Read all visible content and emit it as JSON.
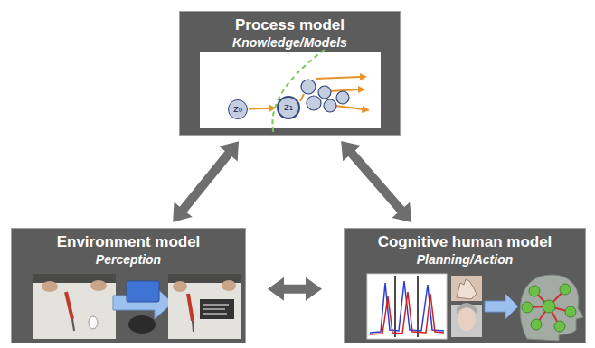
{
  "diagram": {
    "nodes": [
      {
        "text": [
          "Process model",
          "Knowledge/Models"
        ]
      },
      {
        "text": [
          "z₀"
        ],
        "in": 0
      },
      {
        "text": [
          "z₁"
        ],
        "in": 0
      },
      {
        "text": [
          "Environment model",
          "Perception"
        ]
      },
      {
        "text": [
          "Cognitive human model",
          "Planning/Action"
        ]
      }
    ],
    "edges": [
      {
        "from": 0,
        "to": 3,
        "arrow": "both"
      },
      {
        "from": 0,
        "to": 4,
        "arrow": "both"
      },
      {
        "from": 3,
        "to": 4,
        "arrow": "both"
      },
      {
        "from": 1,
        "to": 2,
        "arrow": "to"
      }
    ]
  }
}
